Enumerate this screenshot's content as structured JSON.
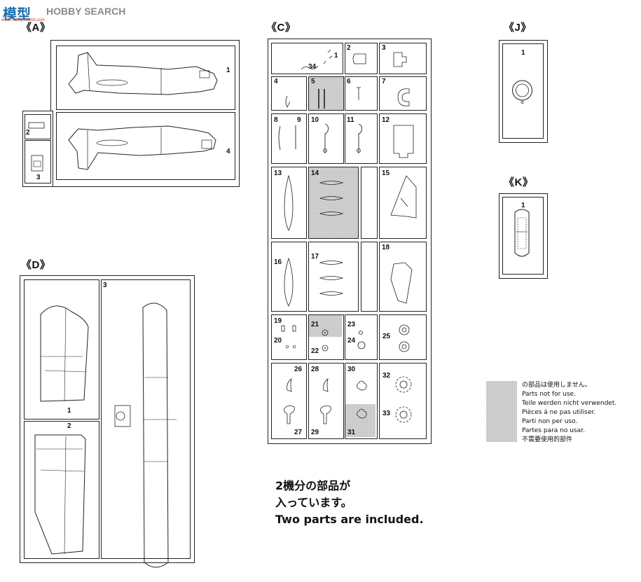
{
  "watermark": {
    "logo_text": "模型",
    "brand_text": "HOBBY SEARCH",
    "url_text": "www.hobbysearch.com"
  },
  "sprues": {
    "A": {
      "label": "《A》",
      "parts": [
        "1",
        "2",
        "3",
        "4"
      ]
    },
    "C": {
      "label": "《C》",
      "parts": [
        "1",
        "2",
        "3",
        "4",
        "5",
        "6",
        "7",
        "8",
        "9",
        "10",
        "11",
        "12",
        "13",
        "14",
        "15",
        "16",
        "17",
        "18",
        "19",
        "20",
        "21",
        "22",
        "23",
        "24",
        "25",
        "26",
        "27",
        "28",
        "29",
        "30",
        "31",
        "32",
        "33",
        "34"
      ],
      "not_for_use": [
        "5",
        "14",
        "21",
        "31"
      ]
    },
    "D": {
      "label": "《D》",
      "parts": [
        "1",
        "2",
        "3"
      ]
    },
    "J": {
      "label": "《J》",
      "parts": [
        "1"
      ]
    },
    "K": {
      "label": "《K》",
      "parts": [
        "1"
      ]
    }
  },
  "legend": {
    "lines": [
      "の部品は使用しません。",
      "Parts not for use.",
      "Teile werden nicht verwendet.",
      "Pièces á ne pas utiliser.",
      "Parti non per uso.",
      "Partes para no usar.",
      "不需要使用的部件"
    ]
  },
  "note": {
    "line1": "2機分の部品が",
    "line2": "入っています。",
    "line3": "Two parts are included."
  }
}
